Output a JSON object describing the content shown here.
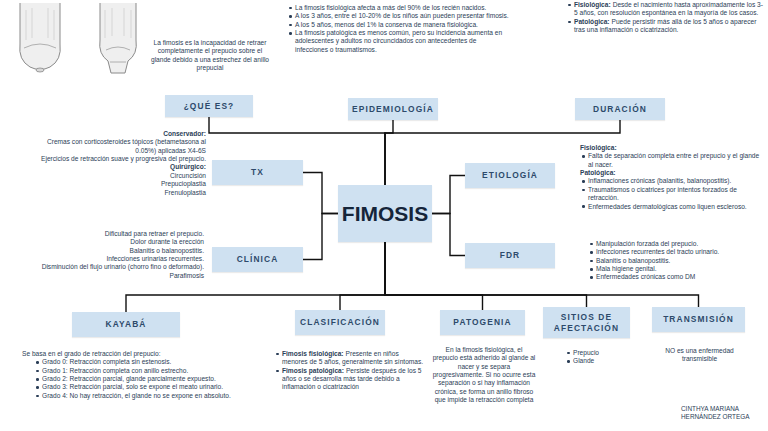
{
  "diagram": {
    "nodes": [
      {
        "text": [
          "¿QUÉ ES?",
          "La fimosis es la incapacidad de retraer completamente el prepucio sobre el glande debido a una estrechez del anillo prepucial"
        ]
      },
      {
        "text": [
          "EPIDEMIOLOGÍA",
          "La fimosis fisiológica afecta a más del 90% de los recién nacidos.",
          "A los 3 años, entre el 10-20% de los niños aún pueden presentar fimosis.",
          "A los 5 años, menos del 1% la conserva de manera fisiológica.",
          "La fimosis patológica es menos común, pero su incidencia aumenta en adolescentes y adultos no circuncidados con antecedentes de infecciones o traumatismos."
        ]
      },
      {
        "text": [
          "DURACIÓN",
          "Fisiológica:",
          "Desde el nacimiento hasta aproximadamente los 3-5 años, con resolución espontánea en la mayoría de los casos.",
          "Patológica:",
          "Puede persistir más allá de los 5 años o aparecer tras una inflamación o cicatrización."
        ]
      },
      {
        "text": [
          "TX",
          "Conservador:",
          "Cremas con corticosteroides tópicos (betametasona al 0.05%) aplicadas X4-6S",
          "Ejercicios de retracción suave y progresiva del prepucio.",
          "Quirúrgico:",
          "Circuncisión",
          "Prepucioplastia",
          "Frenuloplastia"
        ]
      },
      {
        "text": [
          "FIMOSIS"
        ]
      },
      {
        "text": [
          "ETIOLOGÍA",
          "Fisiológica:",
          "Falta de separación completa entre el prepucio y el glande al nacer.",
          "Patológica:",
          "Inflamaciones crónicas (balanitis, balanopostitis).",
          "Traumatismos o cicatrices por intentos forzados de retracción.",
          "Enfermedades dermatológicas como liquen escleroso."
        ]
      },
      {
        "text": [
          "CLÍNICA",
          "Dificultad para retraer el prepucio.",
          "Dolor durante la erección",
          "Balanitis o balanopostitis.",
          "Infecciones urinarias recurrentes.",
          "Disminución del flujo urinario (chorro fino o deformado).",
          "Parafimosis"
        ]
      },
      {
        "text": [
          "FDR",
          "Manipulación forzada del prepucio.",
          "Infecciones recurrentes del tracto urinario.",
          "Balanitis o balanopostitis.",
          "Mala higiene genital.",
          "Enfermedades crónicas como DM"
        ]
      },
      {
        "text": [
          "KAYABÁ",
          "Se basa en el grado de retracción del prepucio:",
          "Grado 0: Retracción completa sin estenosis.",
          "Grado 1: Retracción completa con anillo estrecho.",
          "Grado 2: Retracción parcial, glande parcialmente expuesto.",
          "Grado 3: Retracción parcial, solo se expone el meato urinario.",
          "Grado 4: No hay retracción, el glande no se expone en absoluto."
        ]
      },
      {
        "text": [
          "CLASIFICACIÓN",
          "Fimosis fisiológica:",
          "Presente en niños menores de 5 años, generalmente sin síntomas.",
          "Fimosis patológica:",
          "Persiste después de los 5 años o se desarrolla más tarde debido a inflamación o cicatrización"
        ]
      },
      {
        "text": [
          "PATOGENIA",
          "En la fimosis fisiológica, el prepucio está adherido al glande al nacer y se separa progresivamente. Si no ocurre esta separación o si hay inflamación crónica, se forma un anillo fibroso que impide la retracción completa"
        ]
      },
      {
        "text": [
          "SITIOS DE AFECTACIÓN",
          "Prepucio",
          "Glande"
        ]
      },
      {
        "text": [
          "TRANSMISIÓN",
          "NO es una enfermedad transmisible"
        ]
      }
    ],
    "edges": [
      {
        "from": 4,
        "to": 0,
        "arrow": "none"
      },
      {
        "from": 4,
        "to": 1,
        "arrow": "none"
      },
      {
        "from": 4,
        "to": 2,
        "arrow": "none"
      },
      {
        "from": 4,
        "to": 3,
        "arrow": "none"
      },
      {
        "from": 4,
        "to": 5,
        "arrow": "none"
      },
      {
        "from": 4,
        "to": 6,
        "arrow": "none"
      },
      {
        "from": 4,
        "to": 7,
        "arrow": "none"
      },
      {
        "from": 4,
        "to": 8,
        "arrow": "none"
      },
      {
        "from": 4,
        "to": 9,
        "arrow": "none"
      },
      {
        "from": 4,
        "to": 10,
        "arrow": "none"
      },
      {
        "from": 4,
        "to": 11,
        "arrow": "none"
      },
      {
        "from": 4,
        "to": 12,
        "arrow": "none"
      }
    ],
    "labels": [
      "CINTHYA MARIANA HERNÁNDEZ ORTEGA"
    ]
  }
}
